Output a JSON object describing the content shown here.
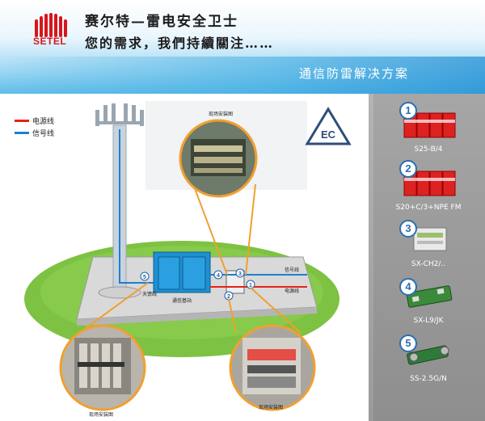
{
  "header": {
    "brand": "SETEL",
    "title_line1": "赛尔特—雷电安全卫士",
    "title_line2": "您的需求，我們持續關注……",
    "solution_title": "通信防雷解决方案"
  },
  "legend": [
    {
      "label": "电源线",
      "color": "#e8211a"
    },
    {
      "label": "信号线",
      "color": "#1f7fd0"
    }
  ],
  "diagram": {
    "logo_text": "EC",
    "photo_caption_top": "现场安装图",
    "photo_caption_left": "现场安装图",
    "photo_caption_right": "现场安装图",
    "station_label": "通信基站",
    "signal_line": "信号线",
    "power_line": "电源线",
    "tower_line": "天馈线",
    "marks": [
      "1",
      "2",
      "3",
      "4",
      "5"
    ]
  },
  "products": [
    {
      "num": "1",
      "name": "S25-B/4"
    },
    {
      "num": "2",
      "name": "S20+C/3+NPE FM"
    },
    {
      "num": "3",
      "name": "SX-CH2/.."
    },
    {
      "num": "4",
      "name": "SX-L9/JK"
    },
    {
      "num": "5",
      "name": "SS-2.5G/N"
    }
  ],
  "colors": {
    "power": "#e8211a",
    "signal": "#1f7fd0",
    "ground": "#7dc242",
    "station": "#1f8fd0",
    "header_blue": "#5fbde9"
  }
}
